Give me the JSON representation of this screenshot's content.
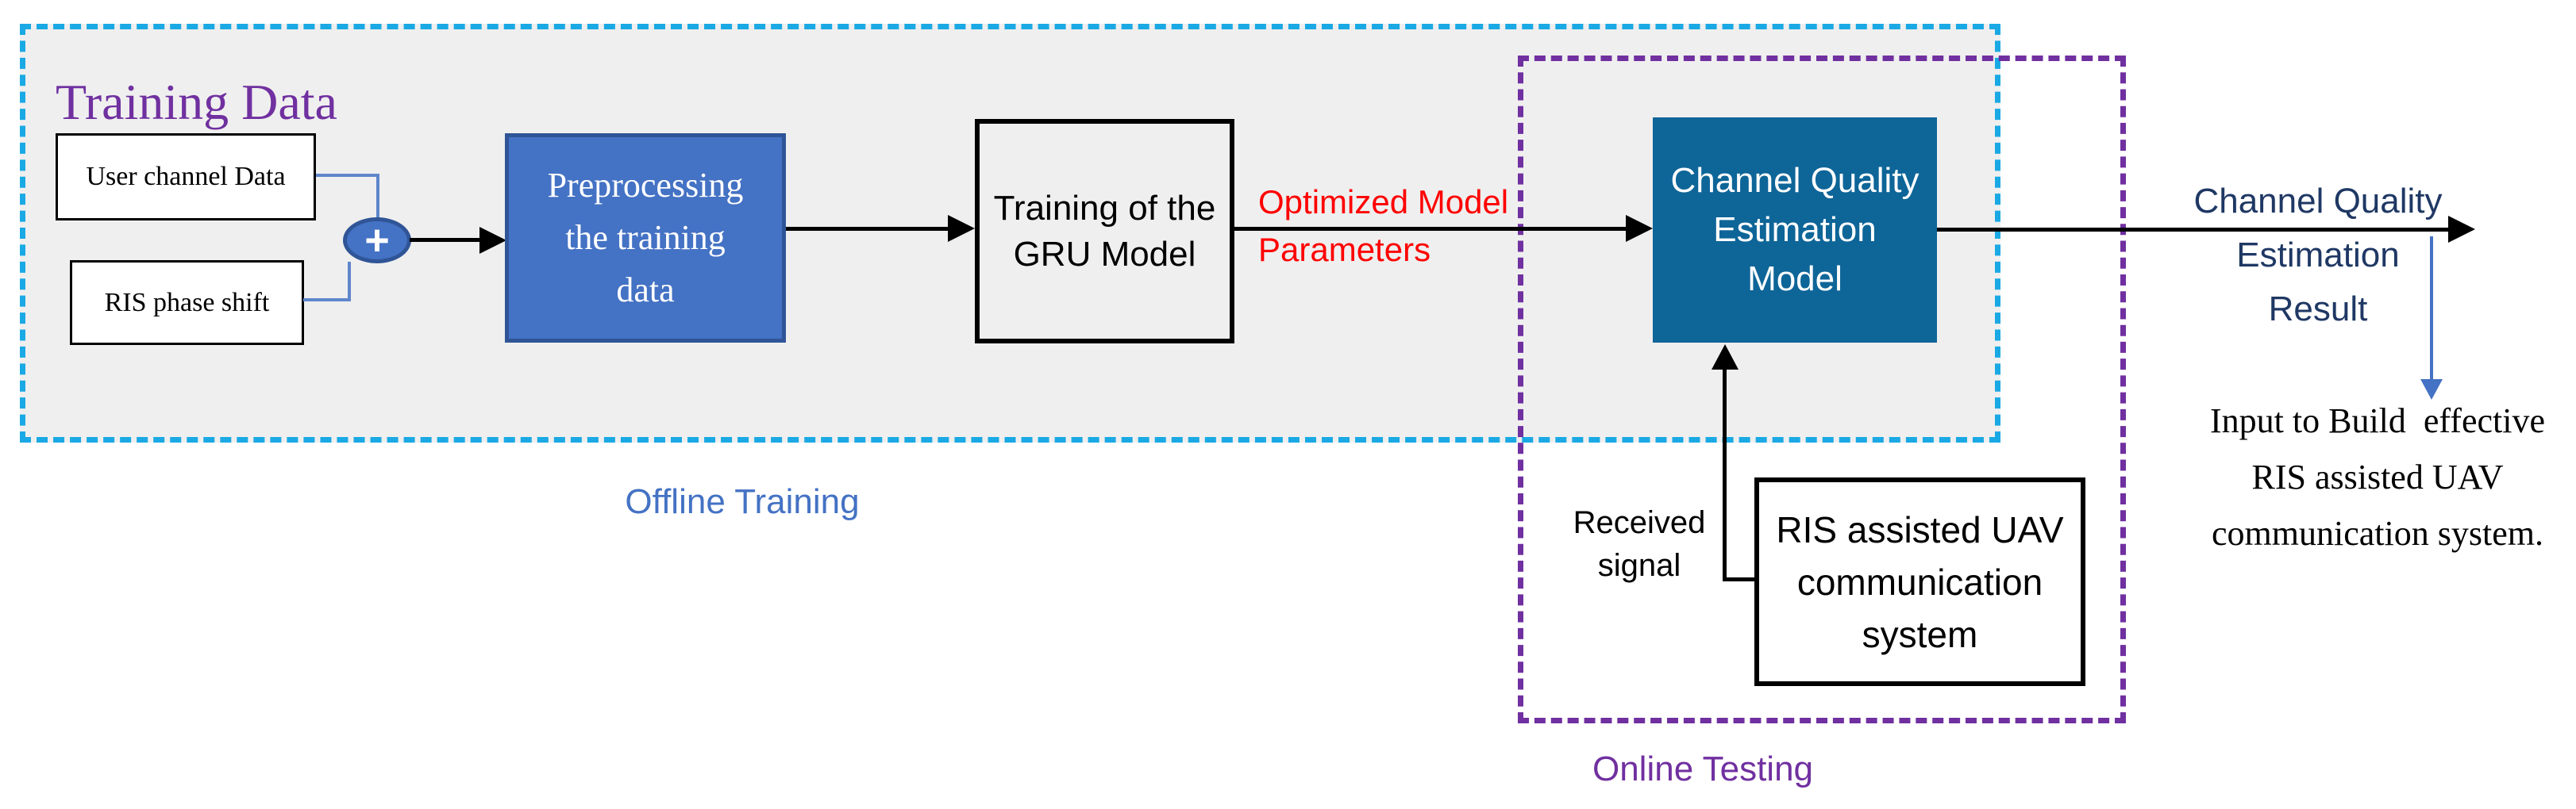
{
  "diagram": {
    "title": "Training Data",
    "regions": {
      "offline": {
        "label": "Offline Training"
      },
      "online": {
        "label": "Online Testing"
      }
    },
    "nodes": {
      "user_channel": {
        "label": "User channel Data"
      },
      "ris_phase": {
        "label": "RIS phase shift"
      },
      "merge_plus": {
        "symbol": "+"
      },
      "preprocessing": {
        "label": "Preprocessing\nthe training\ndata"
      },
      "gru_training": {
        "label": "Training of the\nGRU Model"
      },
      "cq_estimation": {
        "label": "Channel Quality\nEstimation\nModel"
      },
      "ris_system": {
        "label": "RIS assisted UAV\ncommunication\nsystem"
      }
    },
    "edge_labels": {
      "optimized_params": {
        "label": "Optimized Model\nParameters"
      },
      "received_signal": {
        "label": "Received\nsignal"
      },
      "cq_result": {
        "label": "Channel Quality\nEstimation\nResult"
      },
      "input_note": {
        "label": "Input to Build  effective\nRIS assisted UAV\ncommunication system."
      }
    },
    "colors": {
      "offline_border": "#1AA9E4",
      "offline_fill": "#EFEFEF",
      "online_border": "#7030A0",
      "accent_blue": "#4472C4",
      "accent_blue_dark": "#2F5597",
      "connector_blue": "#5E86CB",
      "teal_box": "#0E6598",
      "navy_text": "#1F3864",
      "red_text": "#FF0000",
      "purple_text": "#7030A0",
      "arrow_black": "#000000"
    }
  }
}
